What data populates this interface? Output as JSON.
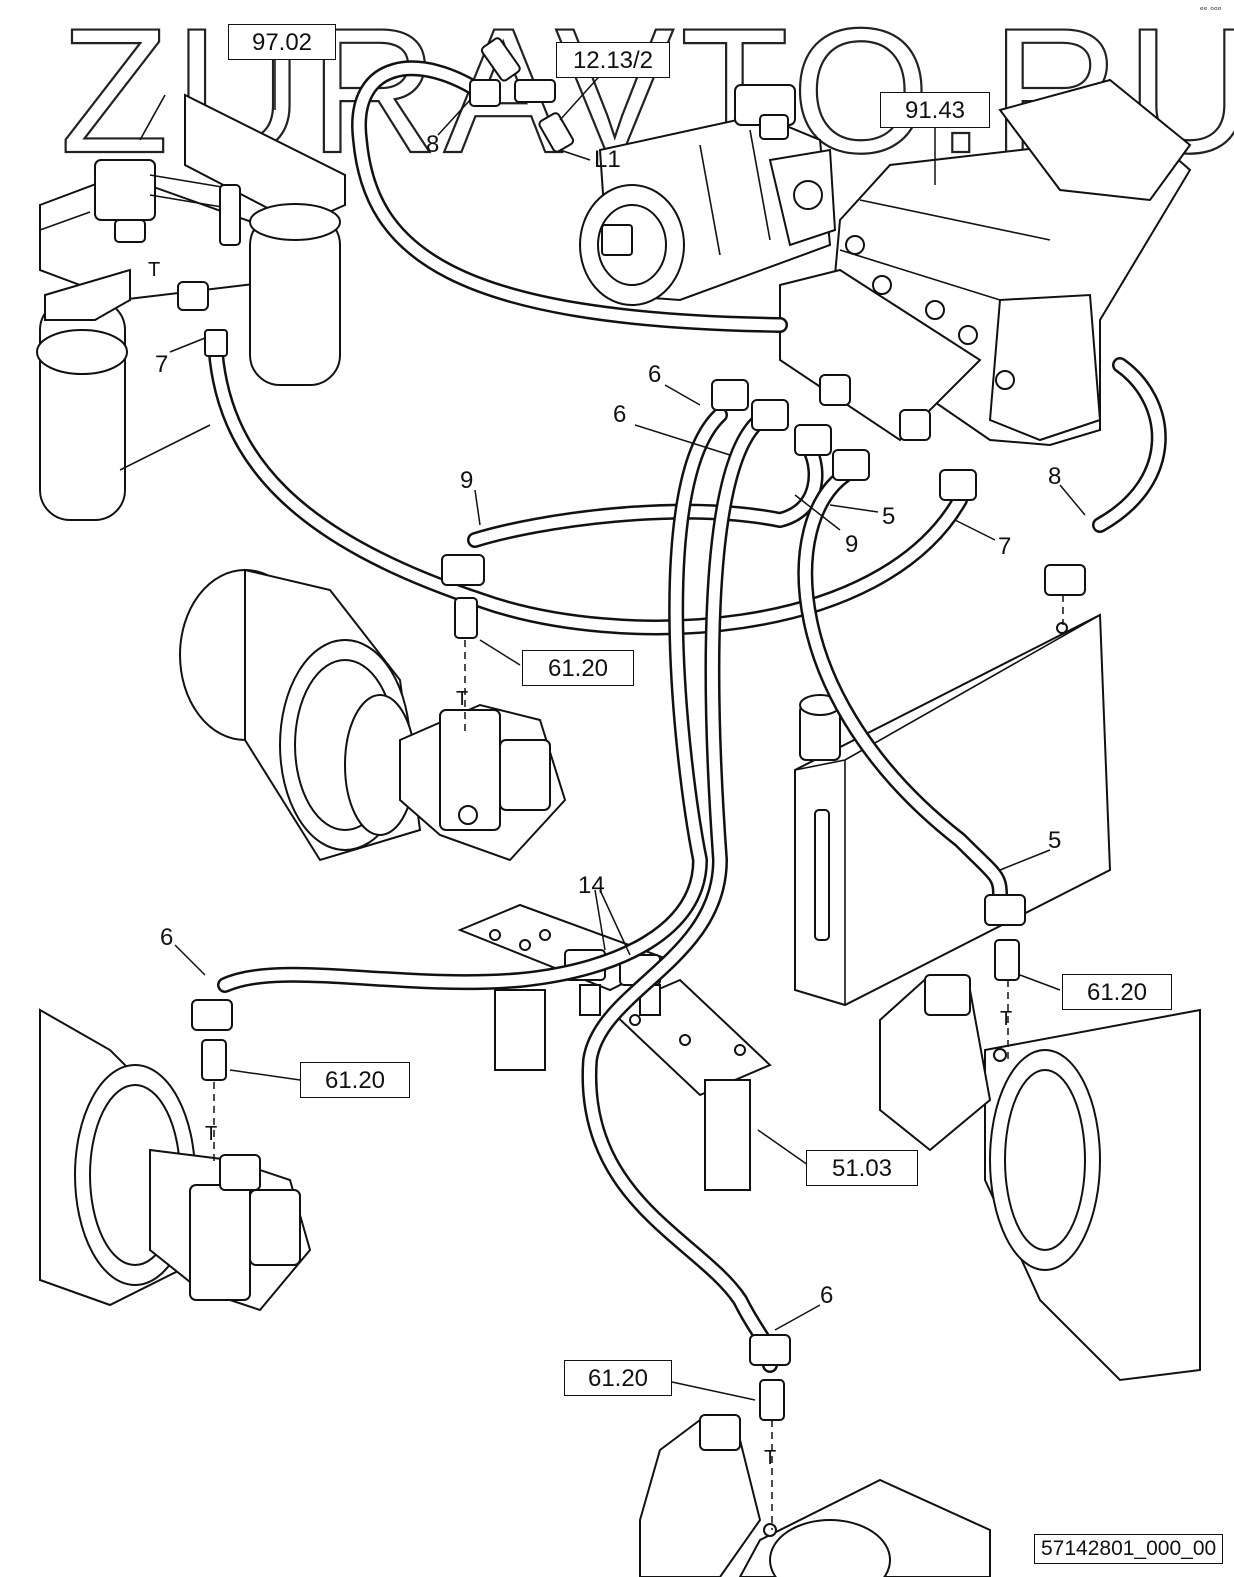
{
  "watermark": "ZURAVTO.RU",
  "drawing_code": "57142801_000_00",
  "corner_mark": "ᵉᵉ ᵒᵒᵒ",
  "ref_boxes": {
    "r9702": "97.02",
    "r12132": "12.13/2",
    "r9143": "91.43",
    "r6120a": "61.20",
    "r6120b": "61.20",
    "r6120c": "61.20",
    "r6120d": "61.20",
    "r5103": "51.03"
  },
  "labels": {
    "l8_top": "8",
    "l_L1": "L1",
    "l_T_topleft": "T",
    "l7_left": "7",
    "l6_a": "6",
    "l6_b": "6",
    "l9_left": "9",
    "l9_mid": "9",
    "l5_mid": "5",
    "l7_right": "7",
    "l8_right": "8",
    "l_T_mid": "T",
    "l5_right": "5",
    "l14": "14",
    "l6_left": "6",
    "l_T_left": "T",
    "l_T_right": "T",
    "l6_bottom": "6",
    "l_T_bottom": "T"
  }
}
